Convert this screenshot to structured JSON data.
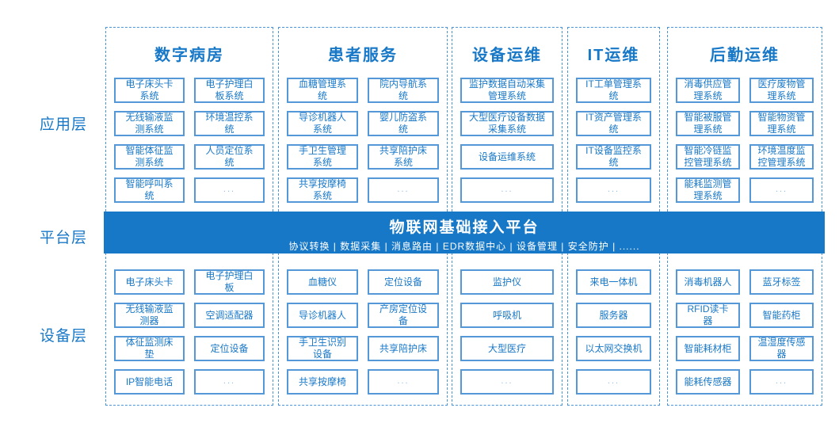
{
  "layers": [
    {
      "key": "application",
      "label": "应用层"
    },
    {
      "key": "platform",
      "label": "平台层"
    },
    {
      "key": "device",
      "label": "设备层"
    }
  ],
  "platform_banner": {
    "title": "物联网基础接入平台",
    "subtitle": "协议转换 | 数据采集 | 消息路由 | EDR数据中心 | 设备管理 | 安全防护 | ......"
  },
  "columns": [
    {
      "key": "digital-ward",
      "title": "数字病房",
      "grid_cols": 2,
      "applications": [
        "电子床头卡系统",
        "电子护理白板系统",
        "无线输液监测系统",
        "环境温控系统",
        "智能体征监测系统",
        "人员定位系统",
        "智能呼叫系统",
        "..."
      ],
      "devices": [
        "电子床头卡",
        "电子护理白板",
        "无线输液监测器",
        "空调适配器",
        "体征监测床垫",
        "定位设备",
        "IP智能电话",
        "..."
      ]
    },
    {
      "key": "patient-services",
      "title": "患者服务",
      "grid_cols": 2,
      "applications": [
        "血糖管理系统",
        "院内导航系统",
        "导诊机器人系统",
        "婴儿防盗系统",
        "手卫生管理系统",
        "共享陪护床系统",
        "共享按摩椅系统",
        "..."
      ],
      "devices": [
        "血糖仪",
        "定位设备",
        "导诊机器人",
        "产房定位设备",
        "手卫生识别设备",
        "共享陪护床",
        "共享按摩椅",
        "..."
      ]
    },
    {
      "key": "equipment-ops",
      "title": "设备运维",
      "grid_cols": 1,
      "applications": [
        "监护数据自动采集管理系统",
        "大型医疗设备数据采集系统",
        "设备运维系统",
        "..."
      ],
      "devices": [
        "监护仪",
        "呼吸机",
        "大型医疗",
        "..."
      ]
    },
    {
      "key": "it-ops",
      "title": "IT运维",
      "grid_cols": 1,
      "applications": [
        "IT工单管理系统",
        "IT资产管理系统",
        "IT设备监控系统",
        "..."
      ],
      "devices": [
        "来电一体机",
        "服务器",
        "以太网交换机",
        "..."
      ]
    },
    {
      "key": "logistics-ops",
      "title": "后勤运维",
      "grid_cols": 2,
      "applications": [
        "消毒供应管理系统",
        "医疗废物管理系统",
        "智能被服管理系统",
        "智能物资管理系统",
        "智能冷链监控管理系统",
        "环境温度监控管理系统",
        "能耗监测管理系统",
        "..."
      ],
      "devices": [
        "消毒机器人",
        "蓝牙标签",
        "RFID读卡器",
        "智能药柜",
        "智能耗材柜",
        "温湿度传感器",
        "能耗传感器",
        "..."
      ]
    }
  ],
  "colors": {
    "primary_blue": "#1878c8",
    "box_border": "#5598d8",
    "dashed_border": "#4a94da",
    "banner_background": "#1878c8",
    "banner_text": "#ffffff",
    "ellipsis_text": "#90bde8",
    "background": "#ffffff"
  }
}
